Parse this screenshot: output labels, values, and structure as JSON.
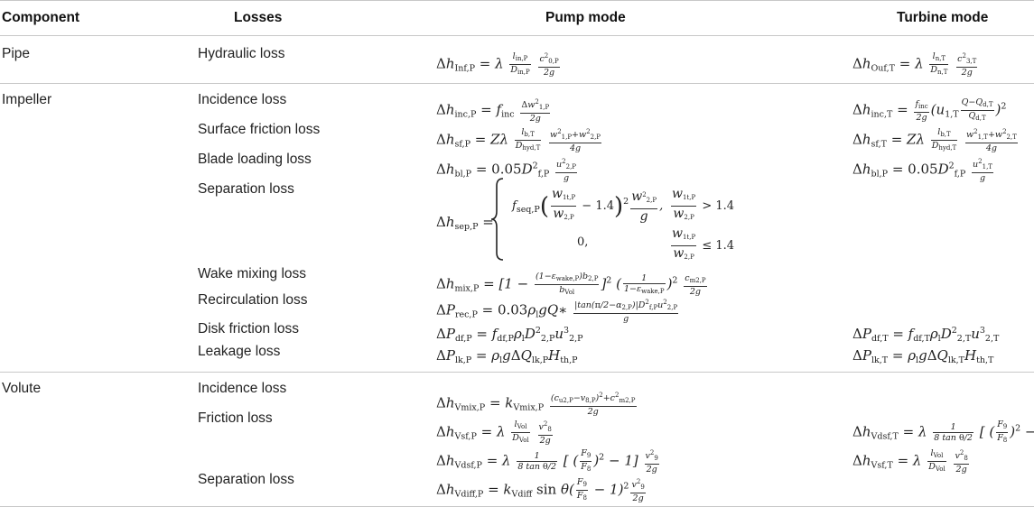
{
  "table": {
    "headers": {
      "component": "Component",
      "losses": "Losses",
      "pump": "Pump mode",
      "turbine": "Turbine mode"
    },
    "rows": [
      {
        "component": "Pipe",
        "losses": [
          "Hydraulic loss"
        ]
      },
      {
        "component": "Impeller",
        "losses": [
          "Incidence loss",
          "Surface friction loss",
          "Blade loading loss",
          "Separation loss",
          "Wake mixing loss",
          "Recirculation loss",
          "Disk friction loss",
          "Leakage loss"
        ]
      },
      {
        "component": "Volute",
        "losses": [
          "Incidence loss",
          "Friction loss",
          "Separation loss"
        ]
      }
    ],
    "formula_text": {
      "limit": "1.4",
      "zero": "0,",
      "coef_bl": "0.05",
      "coef_rec": "0.03"
    }
  }
}
